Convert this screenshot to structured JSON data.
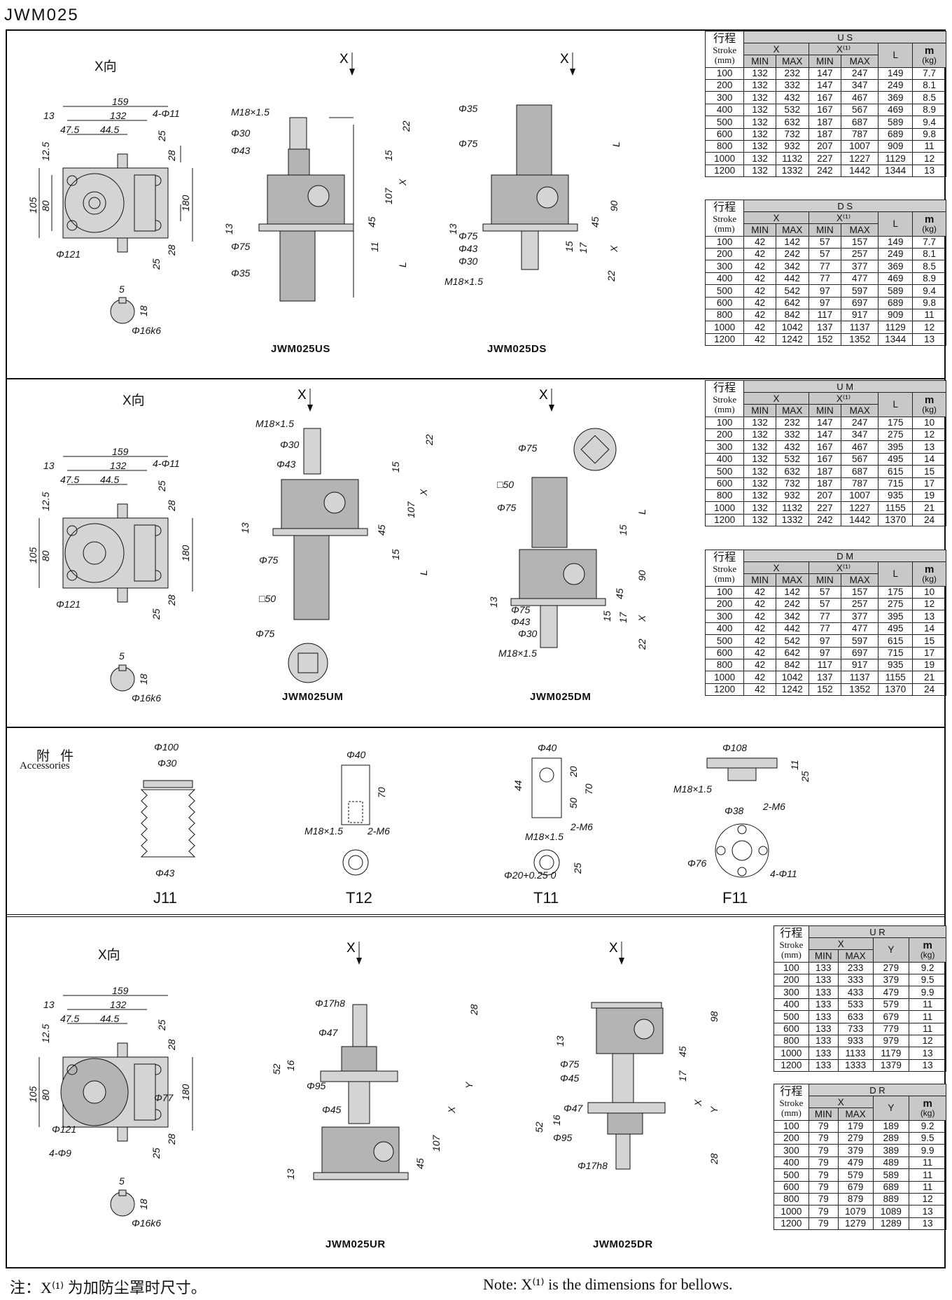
{
  "title": "JWM025",
  "x_dir": "X向",
  "x_label": "X",
  "dims": {
    "d159": "159",
    "d132": "132",
    "d13": "13",
    "d47": "47.5",
    "d44": "44.5",
    "d4f11": "4-Φ11",
    "d125": "12.5",
    "d105": "105",
    "d80": "80",
    "d25": "25",
    "d28": "28",
    "d180": "180",
    "d121": "Φ121",
    "d5": "5",
    "d18": "18",
    "d16k6": "Φ16k6",
    "m18": "M18×1.5",
    "f30": "Φ30",
    "f43": "Φ43",
    "f75": "Φ75",
    "f35": "Φ35",
    "d22": "22",
    "d15": "15",
    "d107": "107",
    "d45": "45",
    "d11": "11",
    "dL": "L",
    "d90": "90",
    "d17": "17",
    "sq50": "□50",
    "f17h8": "Φ17h8",
    "f47": "Φ47",
    "f95": "Φ95",
    "f45": "Φ45",
    "d52": "52",
    "d16": "16",
    "dY": "Y",
    "d98": "98",
    "f77": "Φ77",
    "d4f9": "4-Φ9",
    "f100": "Φ100",
    "f40": "Φ40",
    "d70": "70",
    "d2m6": "2-M6",
    "d44b": "44",
    "d50": "50",
    "d20": "20",
    "d25t": "25",
    "t11tol": "Φ20+0.25 0",
    "f108": "Φ108",
    "f38": "Φ38",
    "f76": "Φ76"
  },
  "captions": {
    "us": "JWM025US",
    "ds": "JWM025DS",
    "um": "JWM025UM",
    "dm": "JWM025DM",
    "ur": "JWM025UR",
    "dr": "JWM025DR"
  },
  "accessories": {
    "title_cn": "附 件",
    "title_en": "Accessories",
    "j11": "J11",
    "t12": "T12",
    "t11": "T11",
    "f11": "F11"
  },
  "tables": {
    "stroke_cn": "行程",
    "stroke_en": "Stroke",
    "stroke_unit": "(mm)",
    "x": "X",
    "x1": "X⁽¹⁾",
    "min": "MIN",
    "max": "MAX",
    "L": "L",
    "m": "m",
    "m_unit": "(kg)",
    "y": "Y",
    "us": {
      "name": "U S",
      "rows": [
        [
          "100",
          "132",
          "232",
          "147",
          "247",
          "149",
          "7.7"
        ],
        [
          "200",
          "132",
          "332",
          "147",
          "347",
          "249",
          "8.1"
        ],
        [
          "300",
          "132",
          "432",
          "167",
          "467",
          "369",
          "8.5"
        ],
        [
          "400",
          "132",
          "532",
          "167",
          "567",
          "469",
          "8.9"
        ],
        [
          "500",
          "132",
          "632",
          "187",
          "687",
          "589",
          "9.4"
        ],
        [
          "600",
          "132",
          "732",
          "187",
          "787",
          "689",
          "9.8"
        ],
        [
          "800",
          "132",
          "932",
          "207",
          "1007",
          "909",
          "11"
        ],
        [
          "1000",
          "132",
          "1132",
          "227",
          "1227",
          "1129",
          "12"
        ],
        [
          "1200",
          "132",
          "1332",
          "242",
          "1442",
          "1344",
          "13"
        ]
      ]
    },
    "ds": {
      "name": "D S",
      "rows": [
        [
          "100",
          "42",
          "142",
          "57",
          "157",
          "149",
          "7.7"
        ],
        [
          "200",
          "42",
          "242",
          "57",
          "257",
          "249",
          "8.1"
        ],
        [
          "300",
          "42",
          "342",
          "77",
          "377",
          "369",
          "8.5"
        ],
        [
          "400",
          "42",
          "442",
          "77",
          "477",
          "469",
          "8.9"
        ],
        [
          "500",
          "42",
          "542",
          "97",
          "597",
          "589",
          "9.4"
        ],
        [
          "600",
          "42",
          "642",
          "97",
          "697",
          "689",
          "9.8"
        ],
        [
          "800",
          "42",
          "842",
          "117",
          "917",
          "909",
          "11"
        ],
        [
          "1000",
          "42",
          "1042",
          "137",
          "1137",
          "1129",
          "12"
        ],
        [
          "1200",
          "42",
          "1242",
          "152",
          "1352",
          "1344",
          "13"
        ]
      ]
    },
    "um": {
      "name": "U M",
      "rows": [
        [
          "100",
          "132",
          "232",
          "147",
          "247",
          "175",
          "10"
        ],
        [
          "200",
          "132",
          "332",
          "147",
          "347",
          "275",
          "12"
        ],
        [
          "300",
          "132",
          "432",
          "167",
          "467",
          "395",
          "13"
        ],
        [
          "400",
          "132",
          "532",
          "167",
          "567",
          "495",
          "14"
        ],
        [
          "500",
          "132",
          "632",
          "187",
          "687",
          "615",
          "15"
        ],
        [
          "600",
          "132",
          "732",
          "187",
          "787",
          "715",
          "17"
        ],
        [
          "800",
          "132",
          "932",
          "207",
          "1007",
          "935",
          "19"
        ],
        [
          "1000",
          "132",
          "1132",
          "227",
          "1227",
          "1155",
          "21"
        ],
        [
          "1200",
          "132",
          "1332",
          "242",
          "1442",
          "1370",
          "24"
        ]
      ]
    },
    "dm": {
      "name": "D M",
      "rows": [
        [
          "100",
          "42",
          "142",
          "57",
          "157",
          "175",
          "10"
        ],
        [
          "200",
          "42",
          "242",
          "57",
          "257",
          "275",
          "12"
        ],
        [
          "300",
          "42",
          "342",
          "77",
          "377",
          "395",
          "13"
        ],
        [
          "400",
          "42",
          "442",
          "77",
          "477",
          "495",
          "14"
        ],
        [
          "500",
          "42",
          "542",
          "97",
          "597",
          "615",
          "15"
        ],
        [
          "600",
          "42",
          "642",
          "97",
          "697",
          "715",
          "17"
        ],
        [
          "800",
          "42",
          "842",
          "117",
          "917",
          "935",
          "19"
        ],
        [
          "1000",
          "42",
          "1042",
          "137",
          "1137",
          "1155",
          "21"
        ],
        [
          "1200",
          "42",
          "1242",
          "152",
          "1352",
          "1370",
          "24"
        ]
      ]
    },
    "ur": {
      "name": "U R",
      "rows": [
        [
          "100",
          "133",
          "233",
          "279",
          "9.2"
        ],
        [
          "200",
          "133",
          "333",
          "379",
          "9.5"
        ],
        [
          "300",
          "133",
          "433",
          "479",
          "9.9"
        ],
        [
          "400",
          "133",
          "533",
          "579",
          "11"
        ],
        [
          "500",
          "133",
          "633",
          "679",
          "11"
        ],
        [
          "600",
          "133",
          "733",
          "779",
          "11"
        ],
        [
          "800",
          "133",
          "933",
          "979",
          "12"
        ],
        [
          "1000",
          "133",
          "1133",
          "1179",
          "13"
        ],
        [
          "1200",
          "133",
          "1333",
          "1379",
          "13"
        ]
      ]
    },
    "dr": {
      "name": "D R",
      "rows": [
        [
          "100",
          "79",
          "179",
          "189",
          "9.2"
        ],
        [
          "200",
          "79",
          "279",
          "289",
          "9.5"
        ],
        [
          "300",
          "79",
          "379",
          "389",
          "9.9"
        ],
        [
          "400",
          "79",
          "479",
          "489",
          "11"
        ],
        [
          "500",
          "79",
          "579",
          "589",
          "11"
        ],
        [
          "600",
          "79",
          "679",
          "689",
          "11"
        ],
        [
          "800",
          "79",
          "879",
          "889",
          "12"
        ],
        [
          "1000",
          "79",
          "1079",
          "1089",
          "13"
        ],
        [
          "1200",
          "79",
          "1279",
          "1289",
          "13"
        ]
      ]
    }
  },
  "note_cn": "注：X⁽¹⁾ 为加防尘罩时尺寸。",
  "note_en": "Note: X⁽¹⁾ is the dimensions for bellows."
}
